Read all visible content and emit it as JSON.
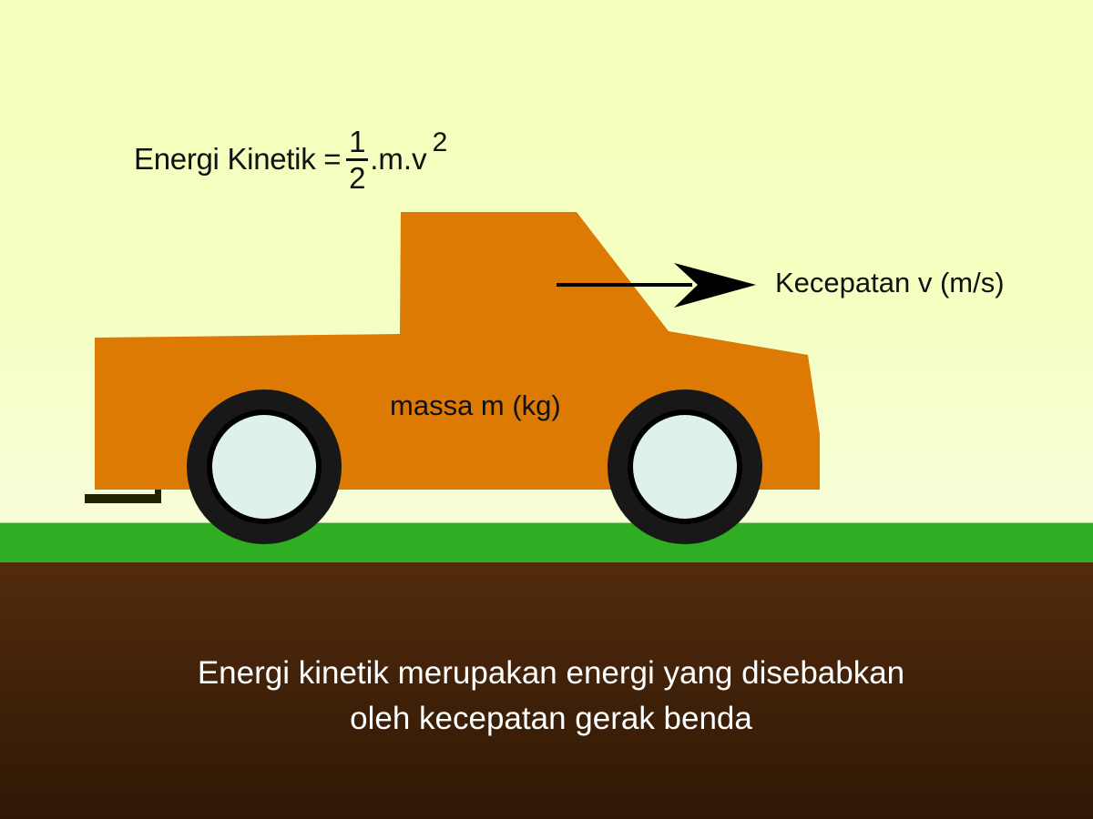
{
  "formula": {
    "lead": "Energi Kinetik =",
    "numerator": "1",
    "denominator": "2",
    "tail": ".m.v",
    "exponent": "2"
  },
  "labels": {
    "speed": "Kecepatan v (m/s)",
    "mass": "massa m (kg)"
  },
  "caption": {
    "line1": "Energi kinetik merupakan energi yang disebabkan",
    "line2": "oleh kecepatan gerak benda"
  },
  "colors": {
    "sky": "#f4ffbd",
    "grass": "#2fae23",
    "soil": "#4a250b",
    "car_body": "#dc7a03",
    "tire": "#181818",
    "hub": "#dff1ec",
    "arrow": "#000000",
    "caption_text": "#ffffff"
  }
}
